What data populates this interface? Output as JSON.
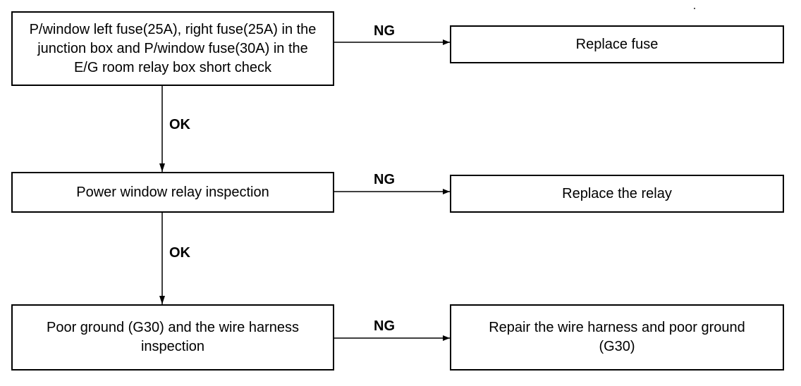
{
  "steps": [
    {
      "check": "P/window left fuse(25A), right fuse(25A) in the junction box and P/window fuse(30A) in the E/G room relay box short check",
      "ng_label": "NG",
      "ng_action": "Replace fuse",
      "ok_label": "OK"
    },
    {
      "check": "Power window relay inspection",
      "ng_label": "NG",
      "ng_action": "Replace the relay",
      "ok_label": "OK"
    },
    {
      "check": "Poor ground (G30) and the wire harness inspection",
      "ng_label": "NG",
      "ng_action": "Repair the wire harness and poor ground (G30)"
    }
  ]
}
